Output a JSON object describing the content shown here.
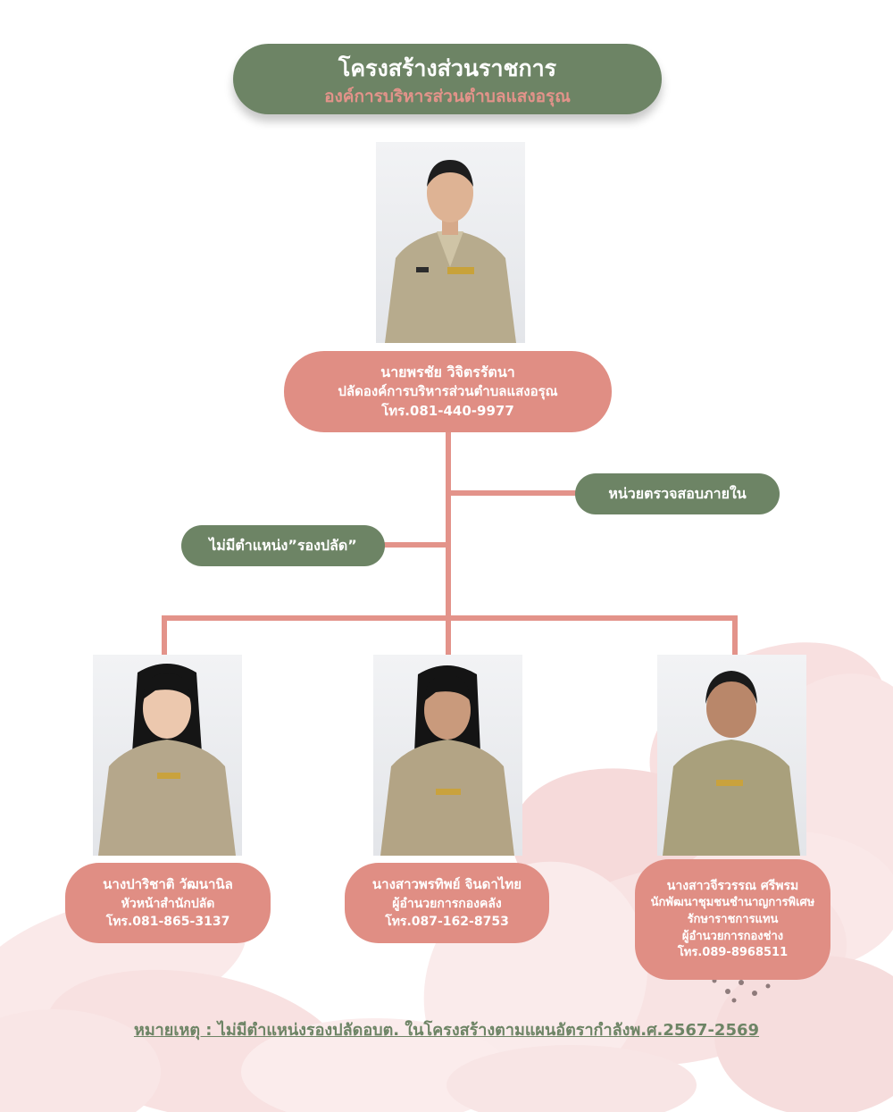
{
  "header": {
    "title": "โครงสร้างส่วนราชการ",
    "subtitle": "องค์การบริหารส่วนตำบลแสงอรุณ"
  },
  "chief": {
    "name": "นายพรชัย   วิจิตรรัตนา",
    "position": "ปลัดองค์การบริหารส่วนตำบลแสงอรุณ",
    "phone": "โทร.081-440-9977"
  },
  "internal_audit": {
    "label": "หน่วยตรวจสอบภายใน"
  },
  "no_deputy": {
    "label": "ไม่มีตำแหน่ง”รองปลัด”"
  },
  "staff": [
    {
      "name": "นางปาริชาติ  วัฒนานิล",
      "position": "หัวหน้าสำนักปลัด",
      "phone": "โทร.081-865-3137"
    },
    {
      "name": "นางสาวพรทิพย์  จินดาไทย",
      "position": "ผู้อำนวยการกองคลัง",
      "phone": "โทร.087-162-8753"
    },
    {
      "name": "นางสาวจีรวรรณ  ศรีพรม",
      "position": "นักพัฒนาชุมชนชำนาญการพิเศษ",
      "position2": "รักษาราชการแทน",
      "position3": "ผู้อำนวยการกองช่าง",
      "phone": "โทร.089-8968511"
    }
  ],
  "note": "หมายเหตุ : ไม่มีตำแหน่งรองปลัดอบต. ในโครงสร้างตามแผนอัตรากำลังพ.ศ.2567-2569",
  "colors": {
    "green": "#6d8465",
    "salmon": "#e08e84",
    "line": "#e3938a",
    "subtitle": "#e3938a"
  }
}
